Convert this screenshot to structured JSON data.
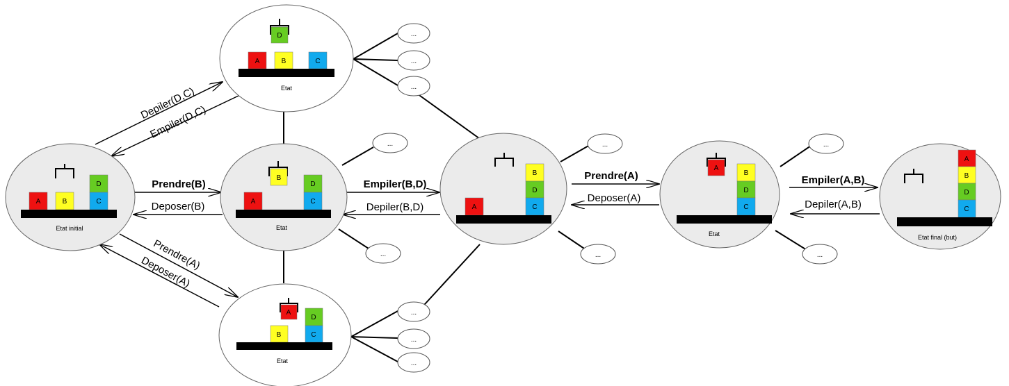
{
  "labels": {
    "initial": "Etat initial",
    "state": "Etat",
    "goal": "Etat final (but)",
    "ellipsis": "..."
  },
  "actions": {
    "depiler_dc": "Depiler(D,C)",
    "empiler_dc": "Empiler(D,C)",
    "prendre_b": "Prendre(B)",
    "deposer_b": "Deposer(B)",
    "prendre_a_diag": "Prendre(A)",
    "deposer_a_diag": "Deposer(A)",
    "empiler_bd": "Empiler(B,D)",
    "depiler_bd": "Depiler(B,D)",
    "prendre_a": "Prendre(A)",
    "deposer_a": "Deposer(A)",
    "empiler_ab": "Empiler(A,B)",
    "depiler_ab": "Depiler(A,B)"
  },
  "blocks": {
    "a": "A",
    "b": "B",
    "c": "C",
    "d": "D"
  },
  "colors": {
    "red": "#ee1111",
    "yellow": "#ffff22",
    "green": "#66cc22",
    "blue": "#11aaee",
    "node_fill": "#ebebeb",
    "small_fill": "#ffffff",
    "table": "#000000"
  }
}
